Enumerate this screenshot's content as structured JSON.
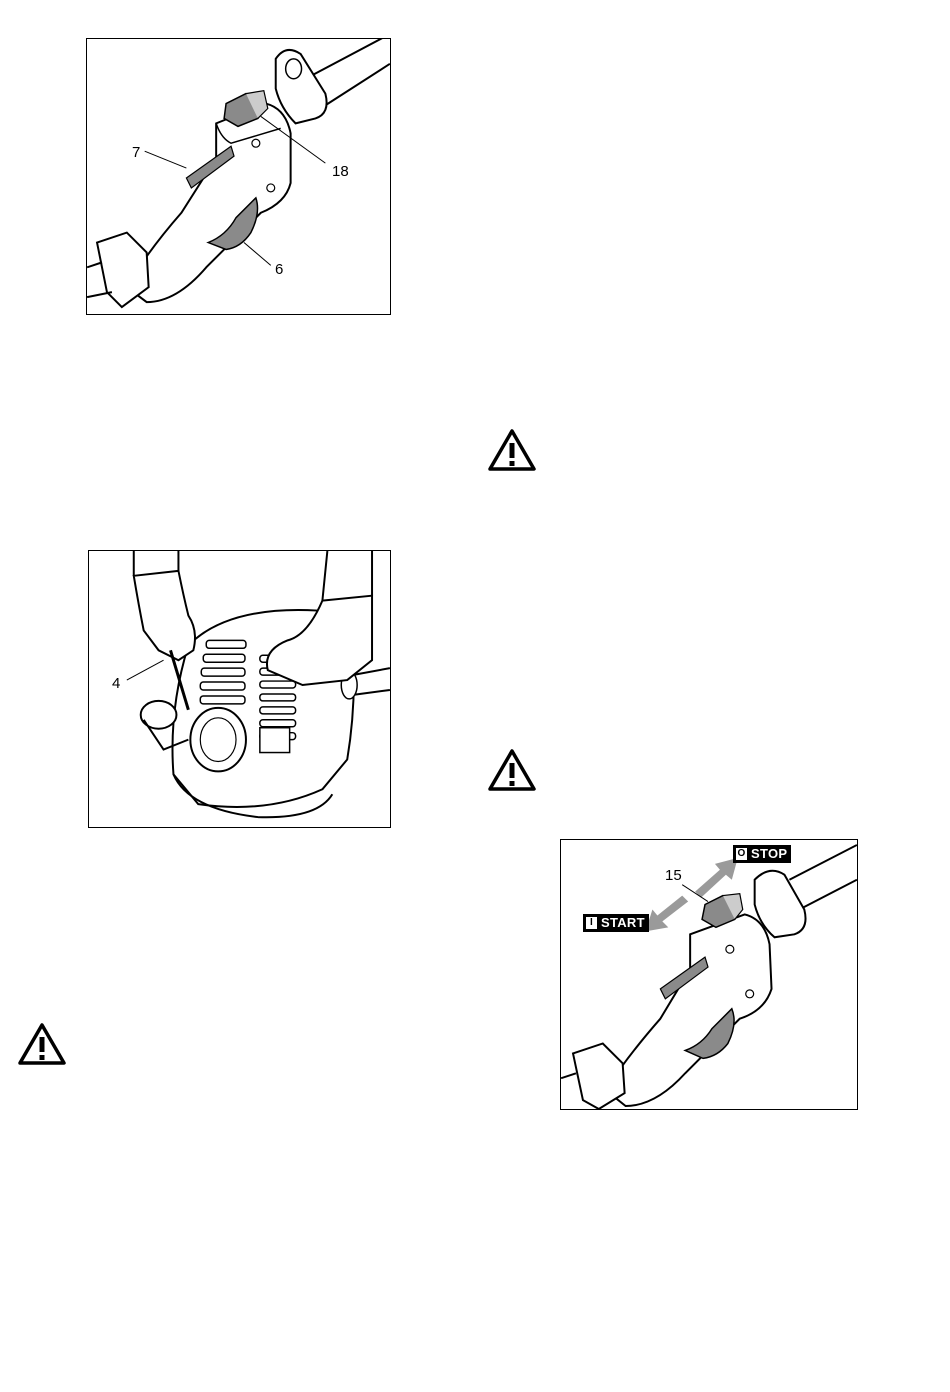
{
  "figure_top": {
    "labels": {
      "c7": "7",
      "c18": "18",
      "c6": "6"
    }
  },
  "figure_engine": {
    "labels": {
      "c4": "4"
    }
  },
  "figure_switch": {
    "labels": {
      "c15": "15"
    },
    "stop_label": "STOP",
    "start_label": "START",
    "stop_icon": "O",
    "start_icon": "I"
  },
  "colors": {
    "ink": "#000000",
    "part_gray": "#8a8a8a",
    "arrow_gray": "#9a9a9a"
  },
  "icons": [
    "warning-triangle-icon",
    "warning-triangle-icon",
    "warning-triangle-icon"
  ]
}
